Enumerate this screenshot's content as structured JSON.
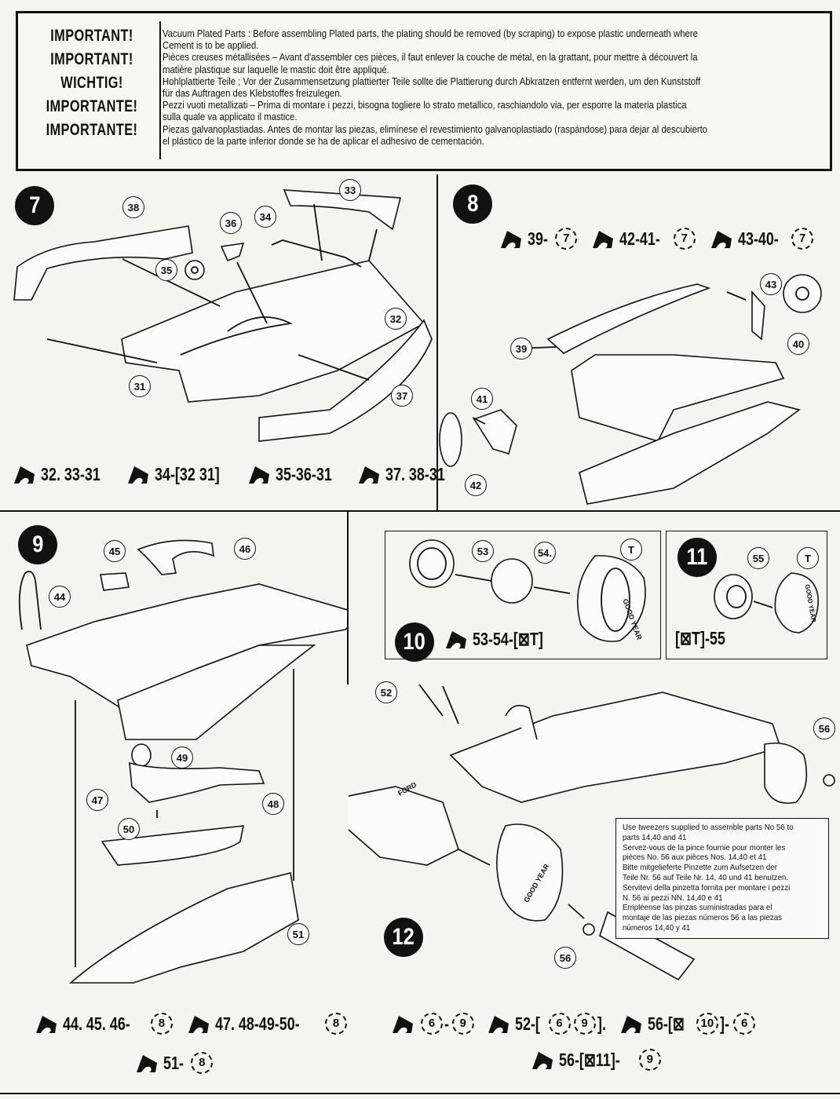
{
  "important": {
    "words": [
      "IMPORTANT!",
      "IMPORTANT!",
      "WICHTIG!",
      "IMPORTANTE!",
      "IMPORTANTE!"
    ],
    "lines": [
      "Vacuum Plated Parts : Before assembling Plated parts, the plating should be removed (by scraping) to expose plastic underneath where",
      "Cement is to be applied.",
      "Pièces creuses métallisées – Avant d'assembler ces pièces, il faut enlever la couche de métal, en la grattant, pour mettre à découvert la",
      "matière plastique sur laquelle le mastic doit être appliqué.",
      "Hohlplattierte Teile ; Vor der Zusammensetzung plattierter Teile sollte die Plattierung durch Abkratzen entfernt werden, um den Kunststoff",
      "für das Auftragen des Klebstoffes freizulegen.",
      "Pezzi vuoti metallizati – Prima di montare i pezzi, bisogna togliere lo strato metallico, raschiandolo via, per esporre la materia plastica",
      "sulla quale va applicato il mastice.",
      "Piezas galvanoplastiadas. Antes de montar las piezas, elimínese el revestimiento galvanoplastiado (raspándose) para dejar al descubierto",
      "el plástico de la parte inferior donde se ha de aplicar el adhesivo de cementación."
    ]
  },
  "steps": {
    "s7": {
      "number": "7",
      "callouts": [
        "38",
        "36",
        "35",
        "34",
        "33",
        "32",
        "31",
        "37"
      ],
      "sequence": [
        "32. 33-31",
        "34-[32 31]",
        "35-36-31",
        "37. 38-31"
      ]
    },
    "s8": {
      "number": "8",
      "callouts": [
        "43",
        "40",
        "39",
        "41",
        "42"
      ],
      "sequence": [
        "39-",
        "42-41-",
        "43-40-"
      ],
      "ring_refs": [
        "7",
        "7",
        "7"
      ]
    },
    "s9": {
      "number": "9",
      "callouts": [
        "45",
        "46",
        "44",
        "49",
        "47",
        "48",
        "50",
        "51"
      ],
      "sequence_a": "44. 45. 46-",
      "sequence_b": "47. 48-49-50-",
      "sequence_c": "51-",
      "ring_refs": [
        "8",
        "8",
        "8"
      ]
    },
    "s10": {
      "number": "10",
      "callouts": [
        "53",
        "54.",
        "T"
      ],
      "sequence": "53-54-[⊠T]",
      "tire_text": "GOOD YEAR"
    },
    "s11": {
      "number": "11",
      "callouts": [
        "55",
        "T"
      ],
      "sequence": "[⊠T]-55",
      "tire_text": "GOOD YEAR"
    },
    "s12": {
      "number": "12",
      "callouts": [
        "52",
        "56",
        "56"
      ],
      "engine_text": "FORD",
      "tire_text": "GOOD YEAR",
      "sequence_a_ring": [
        "6",
        "9"
      ],
      "sequence_b": "52-[",
      "sequence_b_ring": [
        "6",
        "9"
      ],
      "sequence_b_end": "].",
      "sequence_c": "56-[⊠",
      "sequence_c_ring": "10",
      "sequence_c_end": "]-",
      "sequence_c_ring2": "6",
      "sequence_d": "56-[⊠11]-",
      "sequence_d_ring": "9"
    }
  },
  "tweezer_note": [
    "Use tweezers supplied to assemble parts No 56 to",
    "parts 14,40 and 41",
    "Servez-vous de la pince fournie pour monter les",
    "pièces No. 56 aux pièces Nos. 14,40 et 41",
    "Bitte mitgelieferte Pinzette zum Aufsetzen der",
    "Teile Nr. 56 auf Teile Nr. 14, 40 und 41 benutzen.",
    "Servitevi della pinzetta fornita per montare i pezzi",
    "N. 56 ai pezzi NN. 14,40 e 41",
    "Empléense las pinzas suministradas para el",
    "montaje de las piezas números 56 a las piezas",
    "números 14,40 y 41"
  ]
}
